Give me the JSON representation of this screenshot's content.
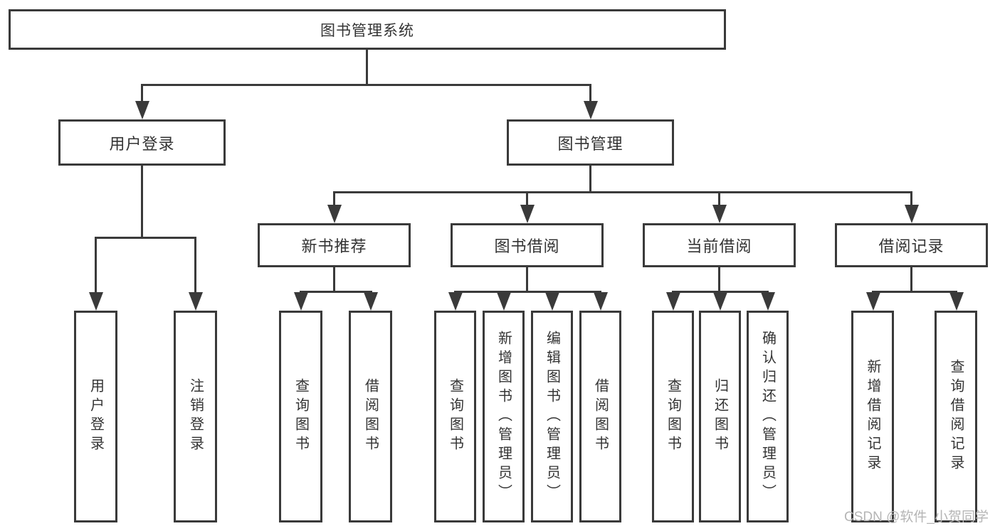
{
  "tree": {
    "root": {
      "label": "图书管理系统"
    },
    "branches": [
      {
        "label": "用户登录",
        "children": [
          {
            "label": "用户登录"
          },
          {
            "label": "注销登录"
          }
        ]
      },
      {
        "label": "图书管理",
        "children": [
          {
            "label": "新书推荐",
            "children": [
              {
                "label": "查询图书"
              },
              {
                "label": "借阅图书"
              }
            ]
          },
          {
            "label": "图书借阅",
            "children": [
              {
                "label": "查询图书"
              },
              {
                "label": "新增图书（管理员）"
              },
              {
                "label": "编辑图书（管理员）"
              },
              {
                "label": "借阅图书"
              }
            ]
          },
          {
            "label": "当前借阅",
            "children": [
              {
                "label": "查询图书"
              },
              {
                "label": "归还图书"
              },
              {
                "label": "确认归还（管理员）"
              }
            ]
          },
          {
            "label": "借阅记录",
            "children": [
              {
                "label": "新增借阅记录"
              },
              {
                "label": "查询借阅记录"
              }
            ]
          }
        ]
      }
    ]
  },
  "watermark": {
    "text": "CSDN @软件_小贺同学"
  },
  "colors": {
    "line": "#3a3a3a",
    "text": "#333333",
    "watermark": "#b5b5b5",
    "background": "#ffffff"
  }
}
